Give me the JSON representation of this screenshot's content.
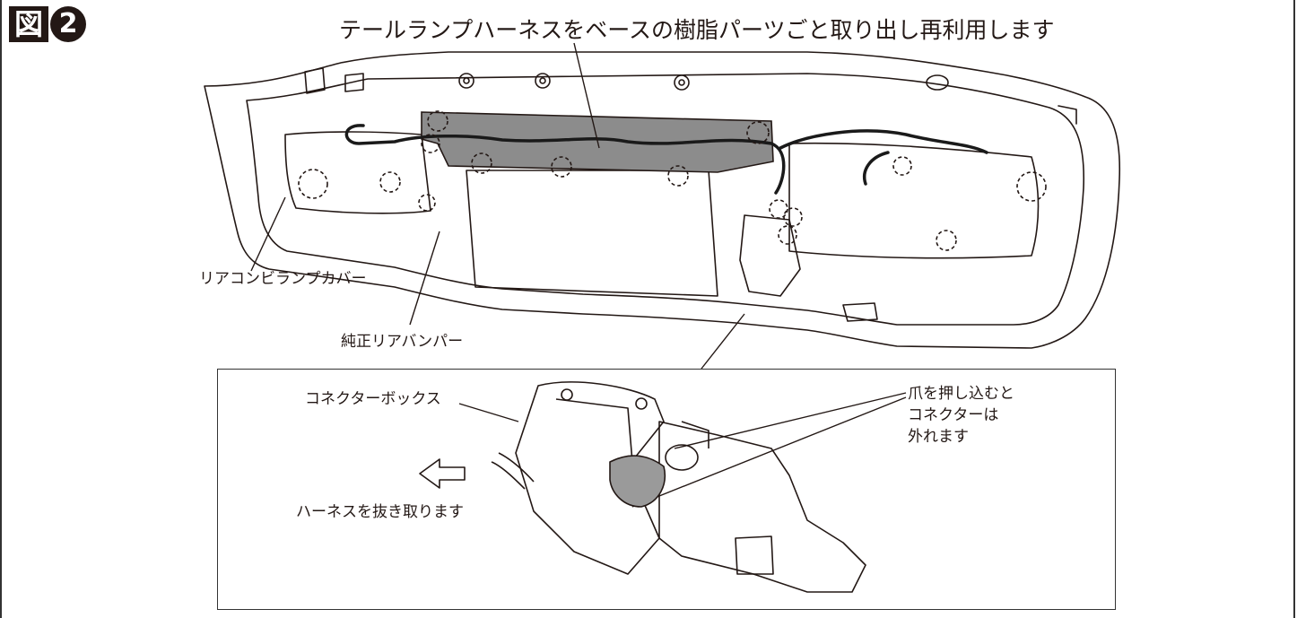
{
  "figure": {
    "kanji": "図",
    "number": "2",
    "title": "テールランプハーネスをベースの樹脂パーツごと取り出し再利用します"
  },
  "callouts": {
    "rear_combi_lamp_cover": "リアコンビランプカバー",
    "stock_rear_bumper": "純正リアバンパー",
    "connector_box": "コネクターボックス",
    "pull_harness": "ハーネスを抜き取ります",
    "claw_line1": "爪を押し込むと",
    "claw_line2": "コネクターは",
    "claw_line3": "外れます"
  },
  "colors": {
    "ink": "#231815",
    "bracket_fill": "#8c8c8c"
  }
}
